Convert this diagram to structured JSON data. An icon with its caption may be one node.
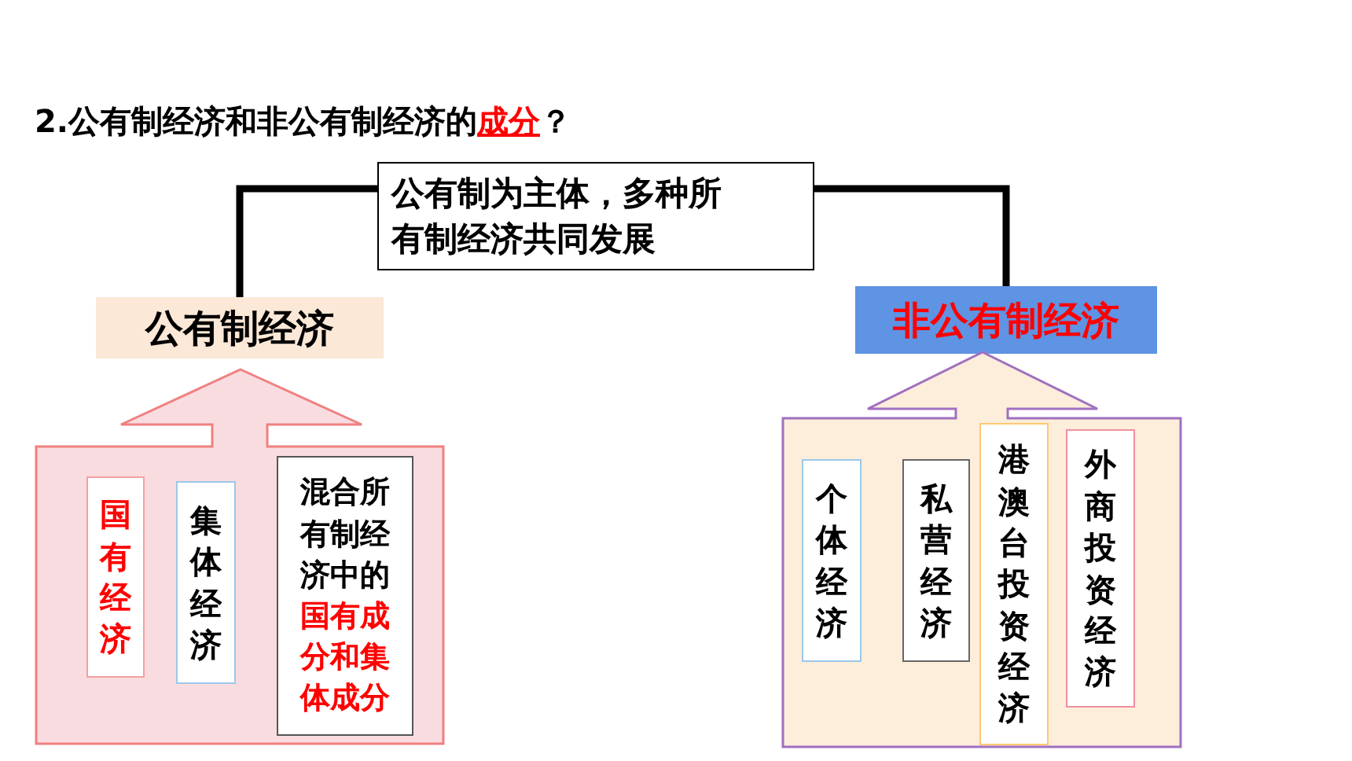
{
  "diagram": {
    "title": "2.公有制经济和非公有制经济的**成分**？",
    "nodes": [
      {
        "text": [
          "公有制为主体，多种所有制经济共同发展"
        ]
      },
      {
        "text": [
          "公有制经济"
        ]
      },
      {
        "text": [
          "非公有制经济"
        ]
      },
      {
        "text": [],
        "shape": "arrow"
      },
      {
        "text": [
          "国有经济"
        ],
        "in": 3
      },
      {
        "text": [
          "集体经济"
        ],
        "in": 3
      },
      {
        "text": [
          "混合所有制经济中的**国有成分和集体成分**"
        ],
        "in": 3
      },
      {
        "text": [],
        "shape": "arrow"
      },
      {
        "text": [
          "个体经济"
        ],
        "in": 7
      },
      {
        "text": [
          "私营经济"
        ],
        "in": 7
      },
      {
        "text": [
          "港澳台投资经济"
        ],
        "in": 7
      },
      {
        "text": [
          "外商投资经济"
        ],
        "in": 7
      }
    ],
    "edges": [
      {
        "from": 0,
        "to": 1,
        "arrow": "none"
      },
      {
        "from": 0,
        "to": 2,
        "arrow": "none"
      }
    ]
  }
}
